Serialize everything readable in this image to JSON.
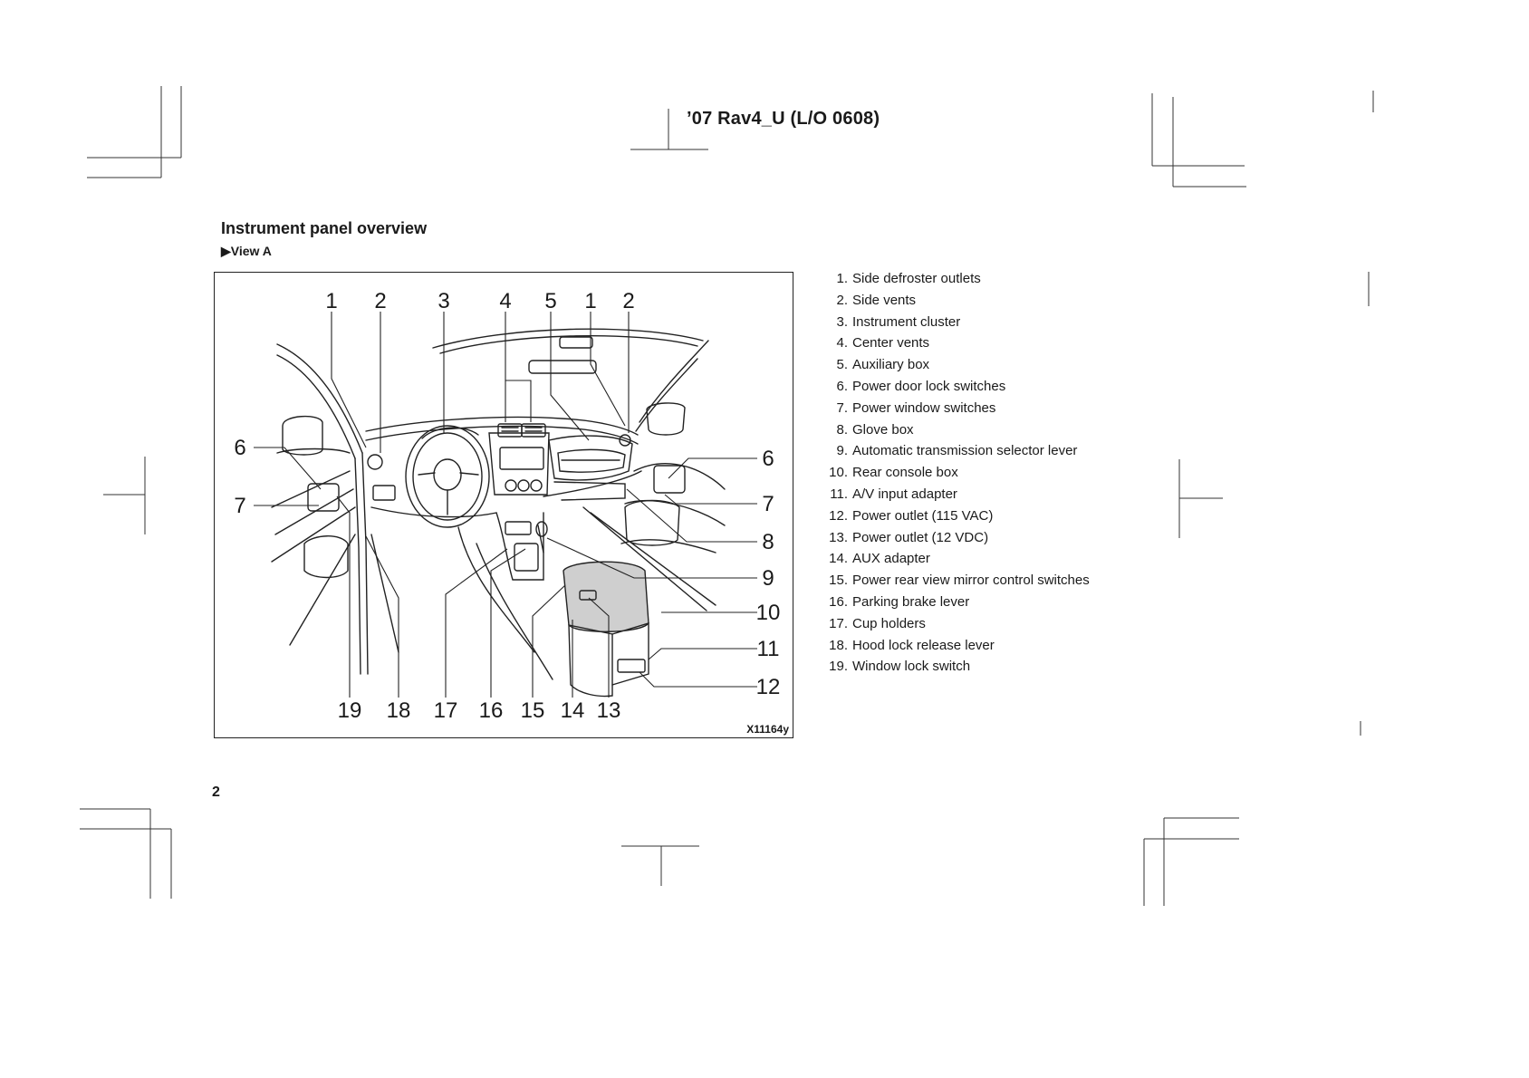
{
  "header": {
    "title": "’07 Rav4_U (L/O 0608)"
  },
  "section": {
    "title": "Instrument panel overview",
    "view_label": "View A"
  },
  "figure": {
    "code": "X11164y",
    "callouts_top": [
      "1",
      "2",
      "3",
      "4",
      "5",
      "1",
      "2"
    ],
    "callouts_left": [
      "6",
      "7"
    ],
    "callouts_right": [
      "6",
      "7",
      "8",
      "9",
      "10",
      "11",
      "12"
    ],
    "callouts_bottom": [
      "19",
      "18",
      "17",
      "16",
      "15",
      "14",
      "13"
    ]
  },
  "legend": [
    {
      "num": "1.",
      "label": "Side defroster outlets"
    },
    {
      "num": "2.",
      "label": "Side vents"
    },
    {
      "num": "3.",
      "label": "Instrument cluster"
    },
    {
      "num": "4.",
      "label": "Center vents"
    },
    {
      "num": "5.",
      "label": "Auxiliary box"
    },
    {
      "num": "6.",
      "label": "Power door lock switches"
    },
    {
      "num": "7.",
      "label": "Power window switches"
    },
    {
      "num": "8.",
      "label": "Glove box"
    },
    {
      "num": "9.",
      "label": "Automatic transmission selector lever"
    },
    {
      "num": "10.",
      "label": "Rear console box"
    },
    {
      "num": "11.",
      "label": "A/V input adapter"
    },
    {
      "num": "12.",
      "label": "Power outlet (115 VAC)"
    },
    {
      "num": "13.",
      "label": "Power outlet (12 VDC)"
    },
    {
      "num": "14.",
      "label": "AUX adapter"
    },
    {
      "num": "15.",
      "label": "Power rear view mirror control switches"
    },
    {
      "num": "16.",
      "label": "Parking brake lever"
    },
    {
      "num": "17.",
      "label": "Cup holders"
    },
    {
      "num": "18.",
      "label": "Hood lock release lever"
    },
    {
      "num": "19.",
      "label": "Window lock switch"
    }
  ],
  "page": {
    "number": "2"
  }
}
